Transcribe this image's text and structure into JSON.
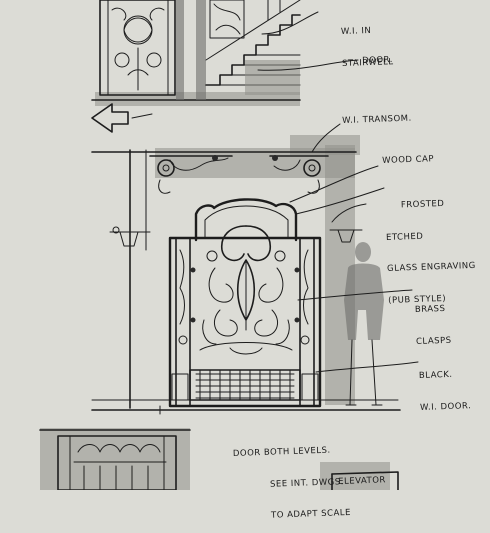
{
  "notes": {
    "top_note_line1": "W.I. IN",
    "top_note_line2": "STAIRWELL",
    "door": "DOOR.",
    "wi_transom": "W.I. TRANSOM.",
    "wood_cap": "WOOD CAP",
    "frosted_line1": "FROSTED",
    "frosted_line2": "ETCHED",
    "frosted_line3": "GLASS ENGRAVING",
    "frosted_line4": "(PUB STYLE)",
    "brass_line1": "BRASS",
    "brass_line2": "CLASPS",
    "black_line1": "BLACK.",
    "black_line2": "W.I. DOOR.",
    "both_levels_line1": "DOOR BOTH LEVELS.",
    "both_levels_line2": "SEE INT. DWGS.",
    "both_levels_line3": "TO ADAPT SCALE",
    "elevator": "ELEVATOR"
  }
}
